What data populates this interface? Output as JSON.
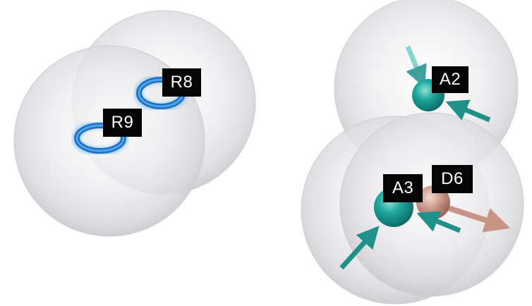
{
  "labels": {
    "r8": "R8",
    "r9": "R9",
    "a2": "A2",
    "a3": "A3",
    "d6": "D6"
  },
  "colors": {
    "sphere_fill": "#e4e4e6",
    "sphere_edge": "#c8c8cc",
    "ring": "#1f78c8",
    "ring_glow": "#5ab0ea",
    "acceptor": "#1a9e96",
    "acceptor_arrow": "#20928a",
    "donor": "#b87a6a",
    "donor_arrow": "#c68a7a",
    "label_bg": "#050505",
    "label_text": "#ffffff"
  },
  "icons": {
    "ring_feature": "aromatic-ring-icon",
    "acceptor_feature": "hydrogen-bond-acceptor-icon",
    "donor_feature": "hydrogen-bond-donor-icon",
    "exclusion_volume": "sphere-icon"
  }
}
